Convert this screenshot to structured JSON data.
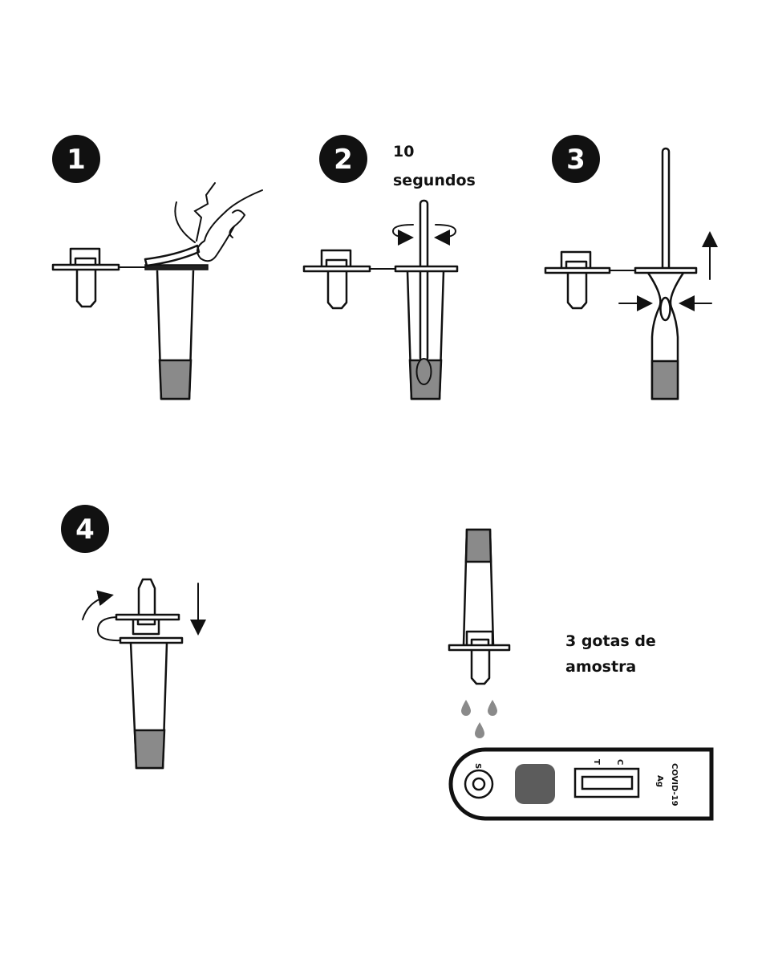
{
  "steps": [
    {
      "number": "1"
    },
    {
      "number": "2",
      "caption_line1": "10",
      "caption_line2": "segundos"
    },
    {
      "number": "3"
    },
    {
      "number": "4"
    }
  ],
  "drops": {
    "caption_line1": "3 gotas de",
    "caption_line2": "amostra"
  },
  "cassette": {
    "sample_label": "S",
    "test_label": "T",
    "control_label": "C",
    "name_line1": "COVID-19",
    "name_line2": "Ag"
  },
  "colors": {
    "liquid": "#8a8a8a",
    "pad": "#5c5c5c",
    "ink": "#111111"
  }
}
